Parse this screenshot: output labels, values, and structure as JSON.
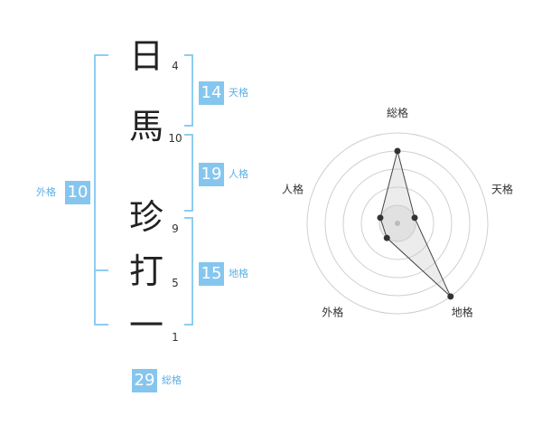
{
  "name": {
    "characters": [
      "日",
      "馬",
      "珍",
      "打",
      "一"
    ],
    "strokes": [
      "4",
      "10",
      "9",
      "5",
      "1"
    ]
  },
  "fortunes": {
    "tenkaku": {
      "value": "14",
      "label": "天格"
    },
    "jinkaku": {
      "value": "19",
      "label": "人格"
    },
    "chikaku": {
      "value": "15",
      "label": "地格"
    },
    "gaikaku": {
      "value": "10",
      "label": "外格"
    },
    "soukaku": {
      "value": "29",
      "label": "総格"
    }
  },
  "chart_data": {
    "type": "radar",
    "axes": [
      "総格",
      "天格",
      "地格",
      "外格",
      "人格"
    ],
    "values": [
      4,
      1,
      5,
      1,
      1
    ],
    "max": 5,
    "rings": 5
  }
}
